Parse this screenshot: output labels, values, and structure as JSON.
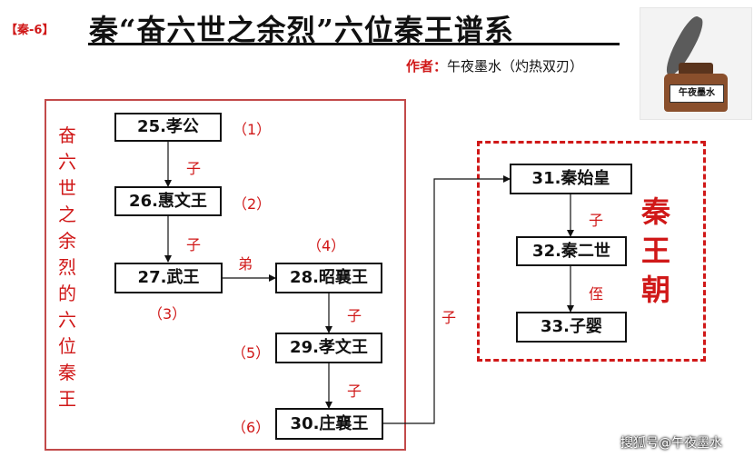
{
  "header": {
    "tag": "【秦-6】",
    "title": "秦“奋六世之余烈”六位秦王谱系",
    "author_label": "作者：",
    "author_name": "午夜墨水（灼热双刃）"
  },
  "logo": {
    "label": "午夜墨水"
  },
  "left_panel": {
    "vertical_text": "奋六世之余烈的六位秦王"
  },
  "right_panel": {
    "dynasty_text": "秦王朝"
  },
  "nodes": [
    {
      "id": "n25",
      "label": "25.孝公",
      "order": "（1）"
    },
    {
      "id": "n26",
      "label": "26.惠文王",
      "order": "（2）"
    },
    {
      "id": "n27",
      "label": "27.武王",
      "order": "（3）"
    },
    {
      "id": "n28",
      "label": "28.昭襄王",
      "order": "（4）"
    },
    {
      "id": "n29",
      "label": "29.孝文王",
      "order": "（5）"
    },
    {
      "id": "n30",
      "label": "30.庄襄王",
      "order": "（6）"
    },
    {
      "id": "n31",
      "label": "31.秦始皇"
    },
    {
      "id": "n32",
      "label": "32.秦二世"
    },
    {
      "id": "n33",
      "label": "33.子婴"
    }
  ],
  "relations": [
    {
      "from": "n25",
      "to": "n26",
      "label": "子"
    },
    {
      "from": "n26",
      "to": "n27",
      "label": "子"
    },
    {
      "from": "n27",
      "to": "n28",
      "label": "弟"
    },
    {
      "from": "n28",
      "to": "n29",
      "label": "子"
    },
    {
      "from": "n29",
      "to": "n30",
      "label": "子"
    },
    {
      "from": "n30",
      "to": "n31",
      "label": "子"
    },
    {
      "from": "n31",
      "to": "n32",
      "label": "子"
    },
    {
      "from": "n32",
      "to": "n33",
      "label": "侄"
    }
  ],
  "colors": {
    "accent": "#d01818",
    "frame": "#c24a4a",
    "ink": "#111111"
  },
  "watermark": "搜狐号@午夜墨水"
}
